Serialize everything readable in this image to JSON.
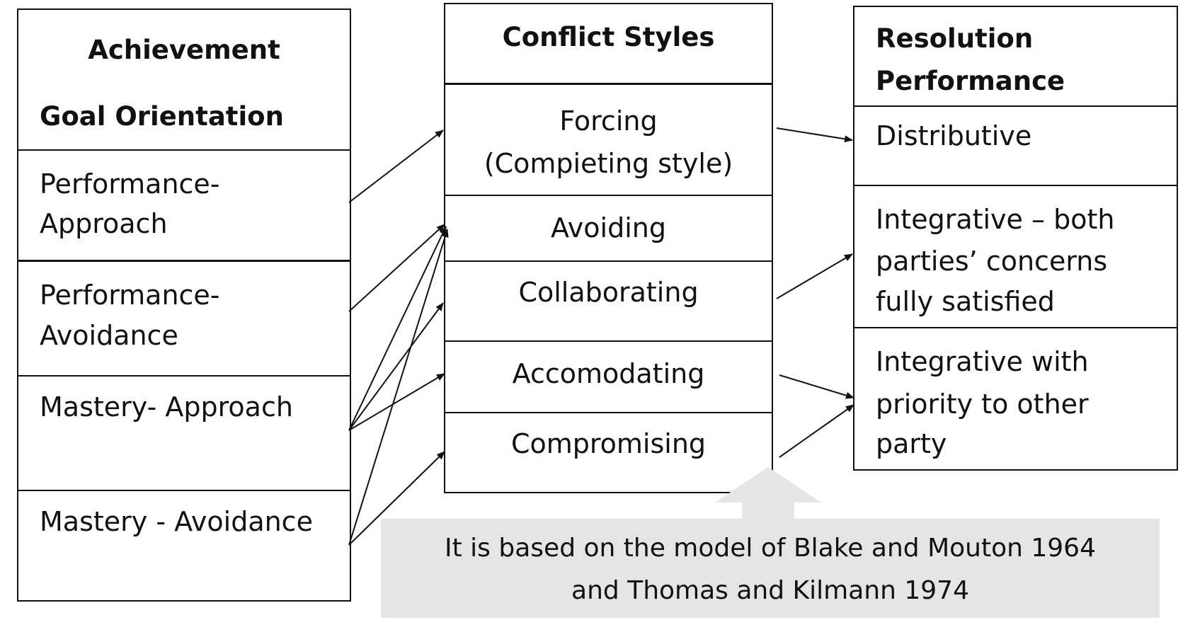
{
  "goal_column": {
    "header_line1": "Achievement",
    "header_line2": "Goal Orientation",
    "items": [
      {
        "line1": "Performance-",
        "line2": "Approach"
      },
      {
        "line1": "Performance-",
        "line2": "Avoidance"
      },
      {
        "line1": "Mastery- Approach",
        "line2": ""
      },
      {
        "line1": "Mastery - Avoidance",
        "line2": ""
      }
    ]
  },
  "styles_column": {
    "header": "Conflict Styles",
    "items": [
      {
        "line1": "Forcing",
        "line2": "(Compieting style)"
      },
      {
        "line1": "Avoiding",
        "line2": ""
      },
      {
        "line1": "Collaborating",
        "line2": ""
      },
      {
        "line1": "Accomodating",
        "line2": ""
      },
      {
        "line1": "Compromising",
        "line2": ""
      }
    ]
  },
  "resolution_column": {
    "header_line1": "Resolution",
    "header_line2": "Performance",
    "items": [
      {
        "lines": [
          "Distributive"
        ]
      },
      {
        "lines": [
          "Integrative – both",
          "parties’ concerns",
          "fully satisfied"
        ]
      },
      {
        "lines": [
          "Integrative with",
          "priority to other",
          "party"
        ]
      }
    ]
  },
  "note": {
    "line1": "It is based on the model of Blake and Mouton 1964",
    "line2": "and Thomas and Kilmann 1974"
  },
  "colors": {
    "stroke": "#111111",
    "note_bg": "#e5e5e5"
  }
}
